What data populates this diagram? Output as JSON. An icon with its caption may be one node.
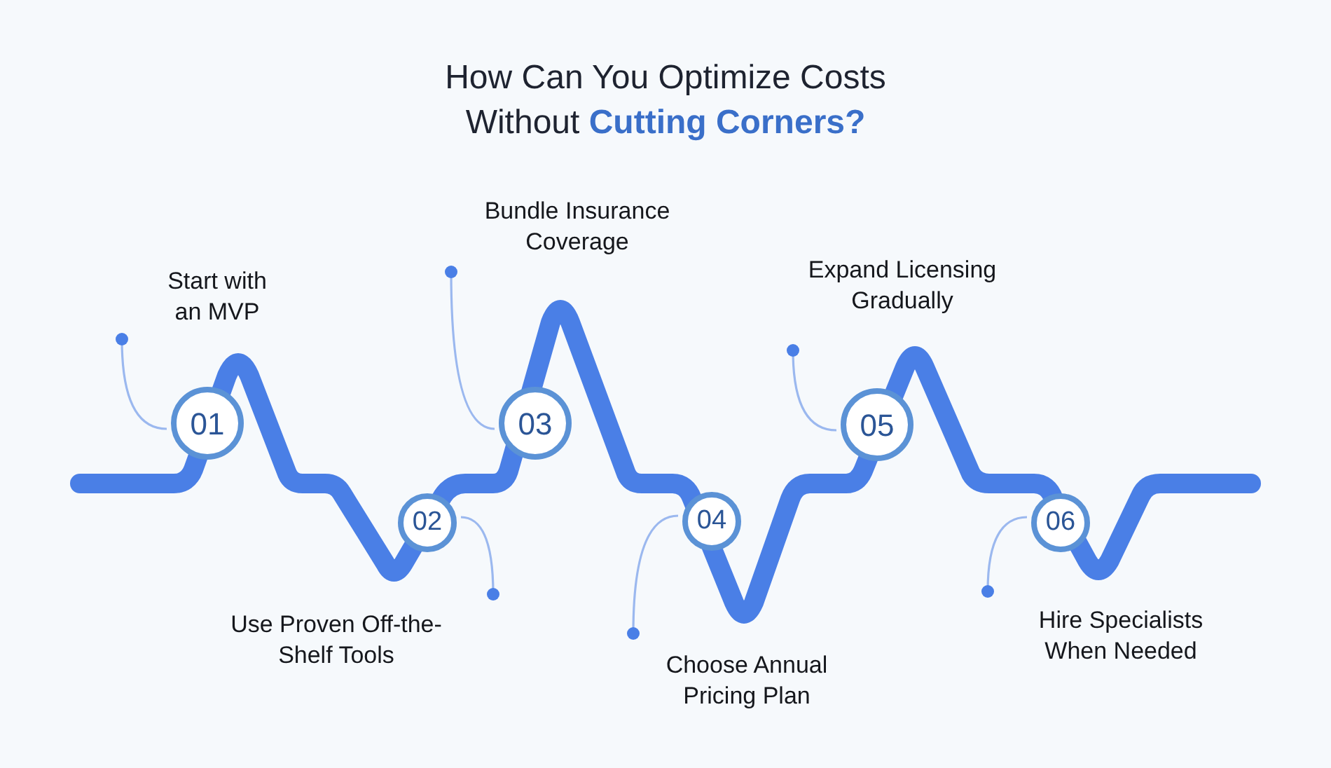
{
  "diagram": {
    "title": "How Can You Optimize Costs Without **Cutting Corners?**",
    "nodes": [
      {
        "text": [
          "01"
        ]
      },
      {
        "text": [
          "02"
        ]
      },
      {
        "text": [
          "03"
        ]
      },
      {
        "text": [
          "04"
        ]
      },
      {
        "text": [
          "05"
        ]
      },
      {
        "text": [
          "06"
        ]
      }
    ],
    "edges": [
      {
        "from": 0,
        "to": null,
        "arrow": "other"
      },
      {
        "from": 1,
        "to": null,
        "arrow": "other"
      },
      {
        "from": 2,
        "to": null,
        "arrow": "other"
      },
      {
        "from": 3,
        "to": null,
        "arrow": "other"
      },
      {
        "from": 4,
        "to": null,
        "arrow": "other"
      },
      {
        "from": 5,
        "to": null,
        "arrow": "other"
      }
    ],
    "labels": [
      "Bundle Insurance Coverage",
      "Start with an MVP",
      "Expand Licensing Gradually",
      "Use Proven Off-the-Shelf Tools",
      "Hire Specialists When Needed",
      "Choose Annual Pricing Plan"
    ]
  }
}
